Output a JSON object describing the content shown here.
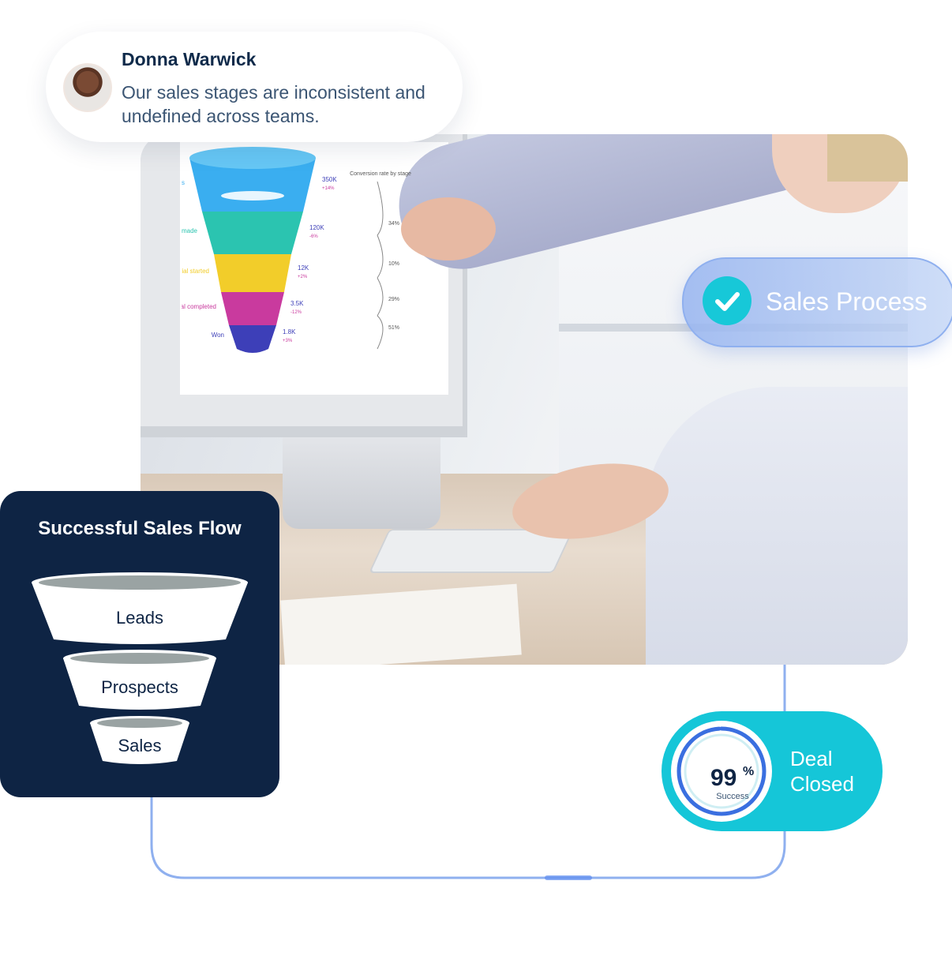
{
  "testimonial": {
    "name": "Donna Warwick",
    "quote": "Our sales stages are inconsistent and undefined across teams."
  },
  "badge": {
    "label": "Sales Process",
    "icon": "check-icon"
  },
  "monitor_funnel": {
    "stages": [
      "New leads",
      "Contact made",
      "Trial started",
      "Trial completed",
      "Won"
    ],
    "values": [
      "350K",
      "120K",
      "12K",
      "3.5K",
      "1.8K"
    ],
    "changes": [
      "+14%",
      "-6%",
      "+2%",
      "-12%",
      "+3%"
    ],
    "conversion_title": "Conversion rate by stage",
    "conversion_rates": [
      "34%",
      "10%",
      "29%",
      "51%"
    ],
    "colors": [
      "#3aaef0",
      "#2bc4b0",
      "#f2cd2a",
      "#c93a9e",
      "#3d3fb8"
    ]
  },
  "sales_flow": {
    "title": "Successful Sales Flow",
    "tiers": [
      "Leads",
      "Prospects",
      "Sales"
    ]
  },
  "deal": {
    "percent": "99",
    "percent_symbol": "%",
    "caption": "Success",
    "label": "Deal Closed",
    "progress": 0.99,
    "accent": "#15c6d8"
  }
}
